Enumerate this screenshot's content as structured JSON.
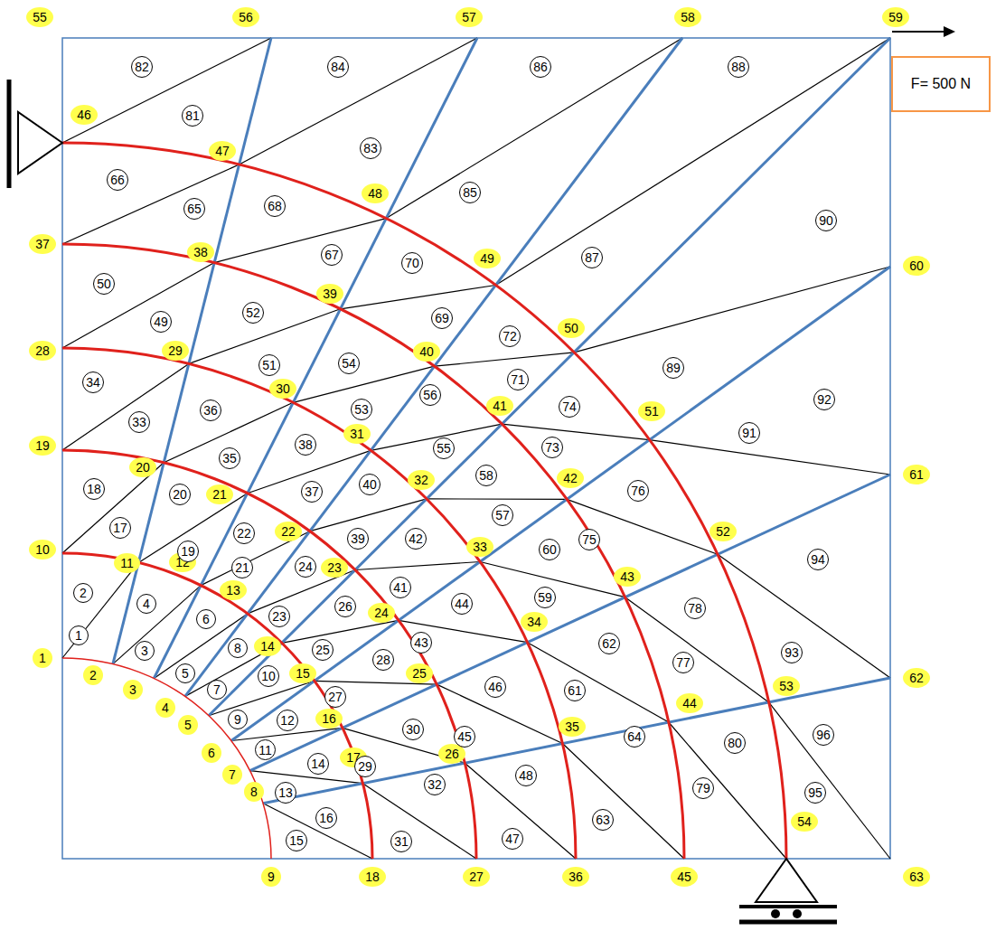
{
  "diagram": {
    "nodes": [
      {
        "text": [
          "1"
        ]
      },
      {
        "text": [
          "2"
        ]
      },
      {
        "text": [
          "3"
        ]
      },
      {
        "text": [
          "4"
        ]
      },
      {
        "text": [
          "5"
        ]
      },
      {
        "text": [
          "6"
        ]
      },
      {
        "text": [
          "7"
        ]
      },
      {
        "text": [
          "8"
        ]
      },
      {
        "text": [
          "9"
        ]
      },
      {
        "text": [
          "10"
        ]
      },
      {
        "text": [
          "11"
        ]
      },
      {
        "text": [
          "12"
        ]
      },
      {
        "text": [
          "13"
        ]
      },
      {
        "text": [
          "14"
        ]
      },
      {
        "text": [
          "15"
        ]
      },
      {
        "text": [
          "16"
        ]
      },
      {
        "text": [
          "17"
        ]
      },
      {
        "text": [
          "18"
        ]
      },
      {
        "text": [
          "19"
        ]
      },
      {
        "text": [
          "20"
        ]
      },
      {
        "text": [
          "21"
        ]
      },
      {
        "text": [
          "22"
        ]
      },
      {
        "text": [
          "23"
        ]
      },
      {
        "text": [
          "24"
        ]
      },
      {
        "text": [
          "25"
        ]
      },
      {
        "text": [
          "26"
        ]
      },
      {
        "text": [
          "27"
        ]
      },
      {
        "text": [
          "28"
        ]
      },
      {
        "text": [
          "29"
        ]
      },
      {
        "text": [
          "30"
        ]
      },
      {
        "text": [
          "31"
        ]
      },
      {
        "text": [
          "32"
        ]
      },
      {
        "text": [
          "33"
        ]
      },
      {
        "text": [
          "34"
        ]
      },
      {
        "text": [
          "35"
        ]
      },
      {
        "text": [
          "36"
        ]
      },
      {
        "text": [
          "37"
        ]
      },
      {
        "text": [
          "38"
        ]
      },
      {
        "text": [
          "39"
        ]
      },
      {
        "text": [
          "40"
        ]
      },
      {
        "text": [
          "41"
        ]
      },
      {
        "text": [
          "42"
        ]
      },
      {
        "text": [
          "43"
        ]
      },
      {
        "text": [
          "44"
        ]
      },
      {
        "text": [
          "45"
        ]
      },
      {
        "text": [
          "46"
        ]
      },
      {
        "text": [
          "47"
        ]
      },
      {
        "text": [
          "48"
        ]
      },
      {
        "text": [
          "49"
        ]
      },
      {
        "text": [
          "50"
        ]
      },
      {
        "text": [
          "51"
        ]
      },
      {
        "text": [
          "52"
        ]
      },
      {
        "text": [
          "53"
        ]
      },
      {
        "text": [
          "54"
        ]
      },
      {
        "text": [
          "55"
        ]
      },
      {
        "text": [
          "56"
        ]
      },
      {
        "text": [
          "57"
        ]
      },
      {
        "text": [
          "58"
        ]
      },
      {
        "text": [
          "59"
        ]
      },
      {
        "text": [
          "60"
        ]
      },
      {
        "text": [
          "61"
        ]
      },
      {
        "text": [
          "62"
        ]
      },
      {
        "text": [
          "63"
        ]
      },
      {
        "text": [
          "1"
        ]
      },
      {
        "text": [
          "2"
        ]
      },
      {
        "text": [
          "3"
        ]
      },
      {
        "text": [
          "4"
        ]
      },
      {
        "text": [
          "5"
        ]
      },
      {
        "text": [
          "6"
        ]
      },
      {
        "text": [
          "7"
        ]
      },
      {
        "text": [
          "8"
        ]
      },
      {
        "text": [
          "9"
        ]
      },
      {
        "text": [
          "10"
        ]
      },
      {
        "text": [
          "11"
        ]
      },
      {
        "text": [
          "12"
        ]
      },
      {
        "text": [
          "13"
        ]
      },
      {
        "text": [
          "14"
        ]
      },
      {
        "text": [
          "15"
        ]
      },
      {
        "text": [
          "16"
        ]
      },
      {
        "text": [
          "17"
        ]
      },
      {
        "text": [
          "18"
        ]
      },
      {
        "text": [
          "19"
        ]
      },
      {
        "text": [
          "20"
        ]
      },
      {
        "text": [
          "21"
        ]
      },
      {
        "text": [
          "22"
        ]
      },
      {
        "text": [
          "23"
        ]
      },
      {
        "text": [
          "24"
        ]
      },
      {
        "text": [
          "25"
        ]
      },
      {
        "text": [
          "26"
        ]
      },
      {
        "text": [
          "27"
        ]
      },
      {
        "text": [
          "28"
        ]
      },
      {
        "text": [
          "29"
        ]
      },
      {
        "text": [
          "30"
        ]
      },
      {
        "text": [
          "31"
        ]
      },
      {
        "text": [
          "32"
        ]
      },
      {
        "text": [
          "33"
        ]
      },
      {
        "text": [
          "34"
        ]
      },
      {
        "text": [
          "35"
        ]
      },
      {
        "text": [
          "36"
        ]
      },
      {
        "text": [
          "37"
        ]
      },
      {
        "text": [
          "38"
        ]
      },
      {
        "text": [
          "39"
        ]
      },
      {
        "text": [
          "40"
        ]
      },
      {
        "text": [
          "41"
        ]
      },
      {
        "text": [
          "42"
        ]
      },
      {
        "text": [
          "43"
        ]
      },
      {
        "text": [
          "44"
        ]
      },
      {
        "text": [
          "45"
        ]
      },
      {
        "text": [
          "46"
        ]
      },
      {
        "text": [
          "47"
        ]
      },
      {
        "text": [
          "48"
        ]
      },
      {
        "text": [
          "49"
        ]
      },
      {
        "text": [
          "50"
        ]
      },
      {
        "text": [
          "51"
        ]
      },
      {
        "text": [
          "52"
        ]
      },
      {
        "text": [
          "53"
        ]
      },
      {
        "text": [
          "54"
        ]
      },
      {
        "text": [
          "55"
        ]
      },
      {
        "text": [
          "56"
        ]
      },
      {
        "text": [
          "57"
        ]
      },
      {
        "text": [
          "58"
        ]
      },
      {
        "text": [
          "59"
        ]
      },
      {
        "text": [
          "60"
        ]
      },
      {
        "text": [
          "61"
        ]
      },
      {
        "text": [
          "62"
        ]
      },
      {
        "text": [
          "63"
        ]
      },
      {
        "text": [
          "64"
        ]
      },
      {
        "text": [
          "65"
        ]
      },
      {
        "text": [
          "66"
        ]
      },
      {
        "text": [
          "67"
        ]
      },
      {
        "text": [
          "68"
        ]
      },
      {
        "text": [
          "69"
        ]
      },
      {
        "text": [
          "70"
        ]
      },
      {
        "text": [
          "71"
        ]
      },
      {
        "text": [
          "72"
        ]
      },
      {
        "text": [
          "73"
        ]
      },
      {
        "text": [
          "74"
        ]
      },
      {
        "text": [
          "75"
        ]
      },
      {
        "text": [
          "76"
        ]
      },
      {
        "text": [
          "77"
        ]
      },
      {
        "text": [
          "78"
        ]
      },
      {
        "text": [
          "79"
        ]
      },
      {
        "text": [
          "80"
        ]
      },
      {
        "text": [
          "81"
        ]
      },
      {
        "text": [
          "82"
        ]
      },
      {
        "text": [
          "83"
        ]
      },
      {
        "text": [
          "84"
        ]
      },
      {
        "text": [
          "85"
        ]
      },
      {
        "text": [
          "86"
        ]
      },
      {
        "text": [
          "87"
        ]
      },
      {
        "text": [
          "88"
        ]
      },
      {
        "text": [
          "89"
        ]
      },
      {
        "text": [
          "90"
        ]
      },
      {
        "text": [
          "91"
        ]
      },
      {
        "text": [
          "92"
        ]
      },
      {
        "text": [
          "93"
        ]
      },
      {
        "text": [
          "94"
        ]
      },
      {
        "text": [
          "95"
        ]
      },
      {
        "text": [
          "96"
        ]
      },
      {
        "text": [
          "F= 500 N"
        ]
      }
    ]
  }
}
